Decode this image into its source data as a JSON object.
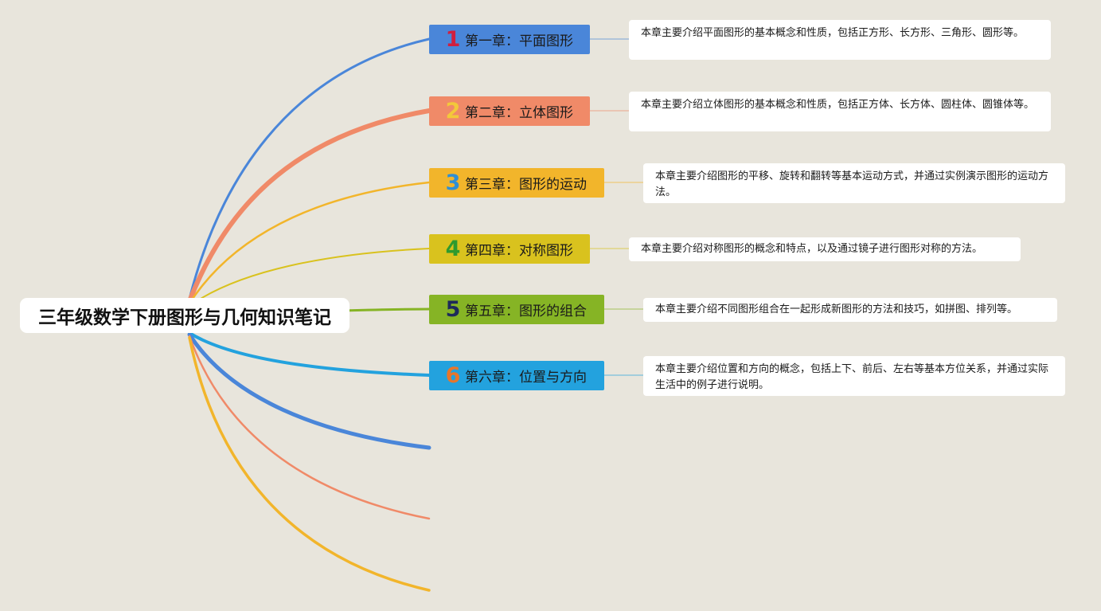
{
  "root": {
    "title": "三年级数学下册图形与几何知识笔记"
  },
  "chapters": [
    {
      "num": "1",
      "label": "第一章：平面图形",
      "color": "#4a86d9",
      "num_color": "#d11f3e",
      "description": "本章主要介绍平面图形的基本概念和性质，包括正方形、长方形、三角形、圆形等。"
    },
    {
      "num": "2",
      "label": "第二章：立体图形",
      "color": "#f08a68",
      "num_color": "#f3c83a",
      "description": "本章主要介绍立体图形的基本概念和性质，包括正方体、长方体、圆柱体、圆锥体等。"
    },
    {
      "num": "3",
      "label": "第三章：图形的运动",
      "color": "#f2b52b",
      "num_color": "#2f8fd4",
      "description": "本章主要介绍图形的平移、旋转和翻转等基本运动方式，并通过实例演示图形的运动方法。"
    },
    {
      "num": "4",
      "label": "第四章：对称图形",
      "color": "#d9c21e",
      "num_color": "#2e9a2e",
      "description": "本章主要介绍对称图形的概念和特点，以及通过镜子进行图形对称的方法。"
    },
    {
      "num": "5",
      "label": "第五章：图形的组合",
      "color": "#86b425",
      "num_color": "#1d2a5a",
      "description": "本章主要介绍不同图形组合在一起形成新图形的方法和技巧，如拼图、排列等。"
    },
    {
      "num": "6",
      "label": "第六章：位置与方向",
      "color": "#23a2de",
      "num_color": "#e8762b",
      "description": "本章主要介绍位置和方向的概念，包括上下、前后、左右等基本方位关系，并通过实际生活中的例子进行说明。"
    }
  ],
  "trailing_branch_colors": [
    "#4a86d9",
    "#f08a68",
    "#f2b52b"
  ]
}
